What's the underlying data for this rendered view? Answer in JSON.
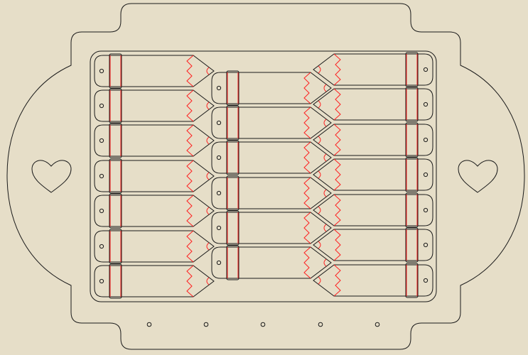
{
  "colors": {
    "background": "#e6dec8",
    "cut_line": "#1a1a1a",
    "score_line": "#ff2020"
  },
  "pencil_columns": [
    {
      "name": "left",
      "direction": "right",
      "count": 7
    },
    {
      "name": "middle",
      "direction": "right",
      "count": 6
    },
    {
      "name": "right",
      "direction": "left",
      "count": 7
    }
  ],
  "hearts": 2,
  "bottom_holes": 5
}
